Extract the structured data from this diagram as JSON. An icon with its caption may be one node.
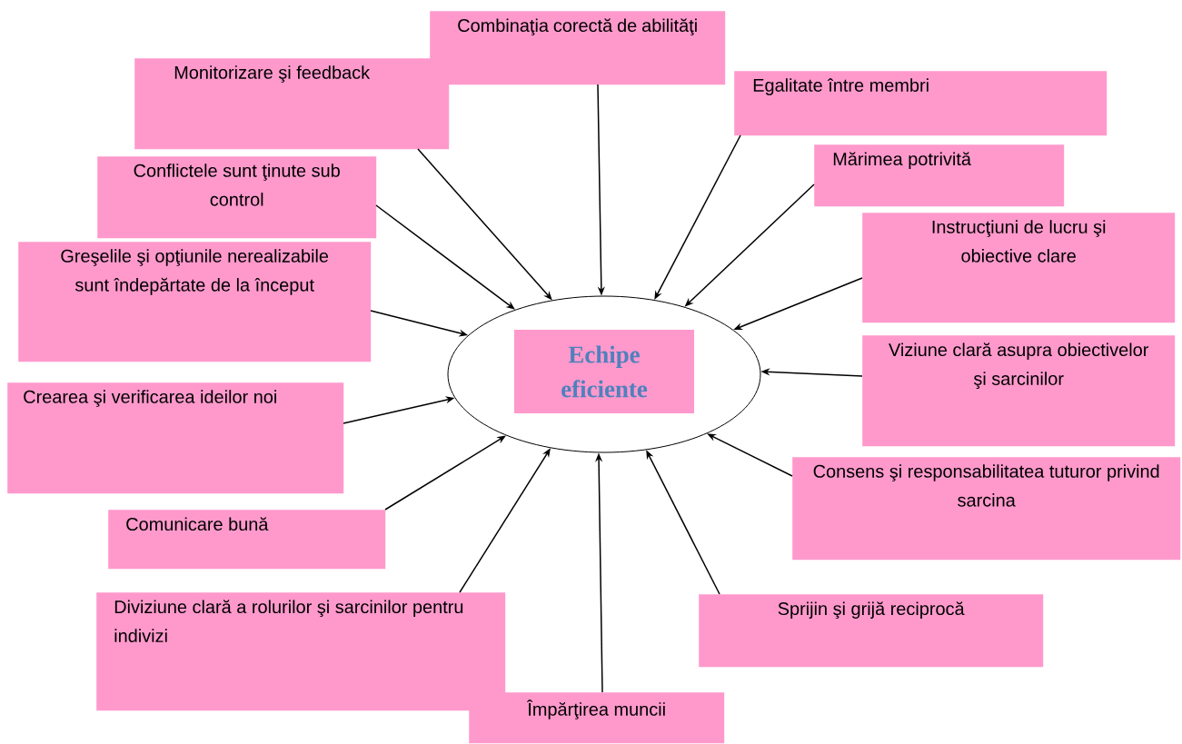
{
  "diagram": {
    "nodes": [
      {
        "text": [],
        "shape": "ellipse"
      },
      {
        "text": [
          "Echipe eficiente"
        ],
        "in": 0
      },
      {
        "text": [
          "Combinaţia corectă de abilităţi"
        ]
      },
      {
        "text": [
          "Monitorizare şi feedback"
        ]
      },
      {
        "text": [
          "Egalitate între membri"
        ]
      },
      {
        "text": [
          "Conflictele sunt ţinute sub control"
        ]
      },
      {
        "text": [
          "Mărimea potrivită"
        ]
      },
      {
        "text": [
          "Greşelile şi opţiunile nerealizabile sunt îndepărtate de la început"
        ]
      },
      {
        "text": [
          "Instrucţiuni de lucru şi obiective clare"
        ]
      },
      {
        "text": [
          "Viziune clară asupra obiectivelor şi sarcinilor"
        ]
      },
      {
        "text": [
          "Crearea şi verificarea ideilor noi"
        ]
      },
      {
        "text": [
          "Consens şi responsabilitatea tuturor privind sarcina"
        ]
      },
      {
        "text": [
          "Comunicare bună"
        ]
      },
      {
        "text": [
          "Diviziune clară a rolurilor şi sarcinilor pentru indivizi"
        ]
      },
      {
        "text": [
          "Sprijin şi grijă reciprocă"
        ]
      },
      {
        "text": [
          "Împărţirea muncii"
        ]
      }
    ],
    "edges": [
      {
        "from": 2,
        "to": 0,
        "arrow": "to"
      },
      {
        "from": 3,
        "to": 0,
        "arrow": "to"
      },
      {
        "from": 4,
        "to": 0,
        "arrow": "to"
      },
      {
        "from": 5,
        "to": 0,
        "arrow": "to"
      },
      {
        "from": 6,
        "to": 0,
        "arrow": "to"
      },
      {
        "from": 7,
        "to": 0,
        "arrow": "to"
      },
      {
        "from": 8,
        "to": 0,
        "arrow": "to"
      },
      {
        "from": 9,
        "to": 0,
        "arrow": "to"
      },
      {
        "from": 10,
        "to": 0,
        "arrow": "to"
      },
      {
        "from": 11,
        "to": 0,
        "arrow": "to"
      },
      {
        "from": 12,
        "to": 0,
        "arrow": "to"
      },
      {
        "from": 13,
        "to": 0,
        "arrow": "to"
      },
      {
        "from": 14,
        "to": 0,
        "arrow": "to"
      },
      {
        "from": 15,
        "to": 0,
        "arrow": "to"
      }
    ]
  }
}
